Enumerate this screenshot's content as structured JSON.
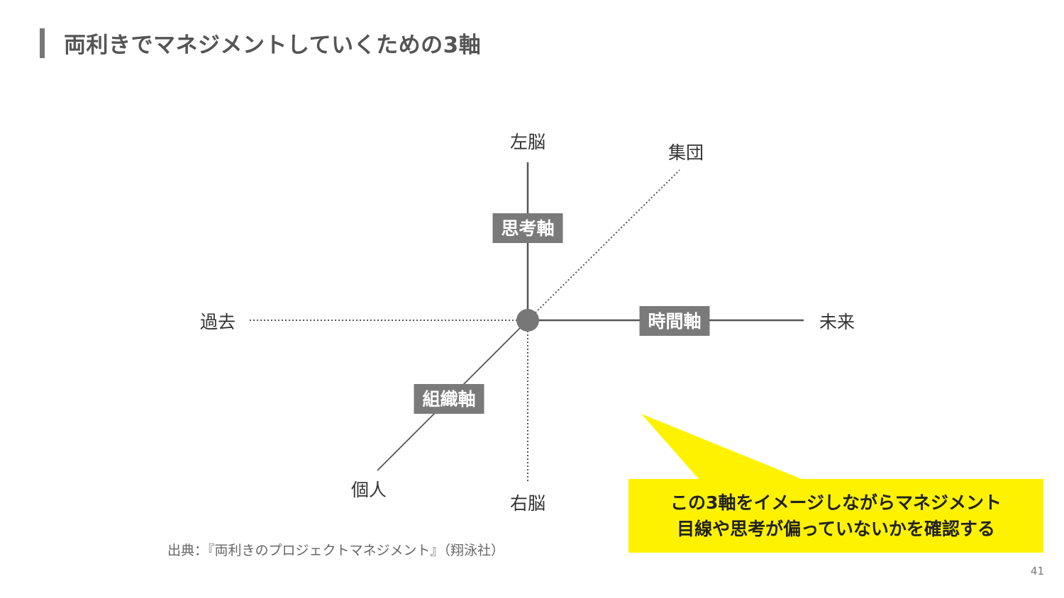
{
  "title": "両利きでマネジメントしていくための3軸",
  "colors": {
    "accent_bar": "#777777",
    "axis_line": "#555555",
    "center_dot": "#777777",
    "axis_label_bg": "#7a7a7a",
    "callout_bg": "#fff200"
  },
  "diagram": {
    "axes": [
      {
        "name": "思考軸",
        "positive": "左脳",
        "negative": "右脳"
      },
      {
        "name": "時間軸",
        "positive": "未来",
        "negative": "過去"
      },
      {
        "name": "組織軸",
        "positive": "集団",
        "negative": "個人"
      }
    ]
  },
  "callout": {
    "line1": "この3軸をイメージしながらマネジメント",
    "line2": "目線や思考が偏っていないかを確認する"
  },
  "source": "出典：『両利きのプロジェクトマネジメント』（翔泳社）",
  "page_number": "41"
}
